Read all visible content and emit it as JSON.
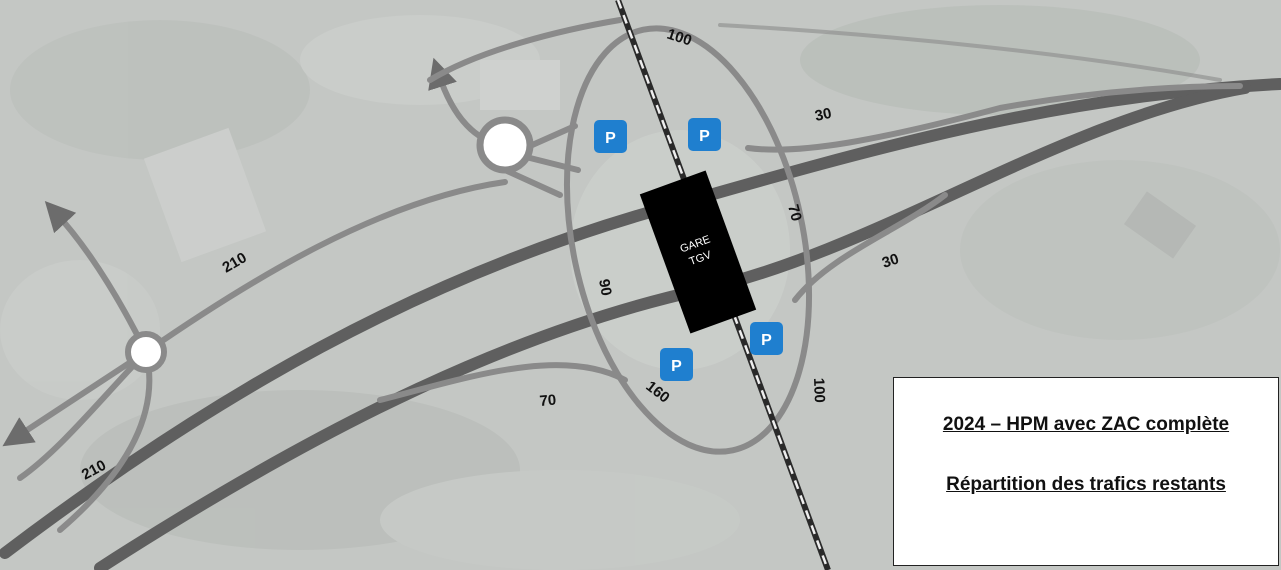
{
  "legend": {
    "title": "2024 – HPM avec ZAC complète",
    "subtitle": "Répartition des trafics restants"
  },
  "station": {
    "line1": "GARE",
    "line2": "TGV"
  },
  "parking_symbol": "P",
  "flows": {
    "loop_top": "100",
    "ramp_northeast": "30",
    "ramp_east": "30",
    "loop_east": "70",
    "loop_west": "90",
    "loop_southwest": "160",
    "loop_southeast": "100",
    "road_west_upper": "210",
    "road_west_lower": "210",
    "ramp_southwest": "70"
  },
  "colors": {
    "background": "#c4c7c4",
    "motorway": "#5f5f5f",
    "road": "#8a8a8a",
    "station": "#000000",
    "parking": "#1f7fcf",
    "railway": "#2a2a2a"
  }
}
